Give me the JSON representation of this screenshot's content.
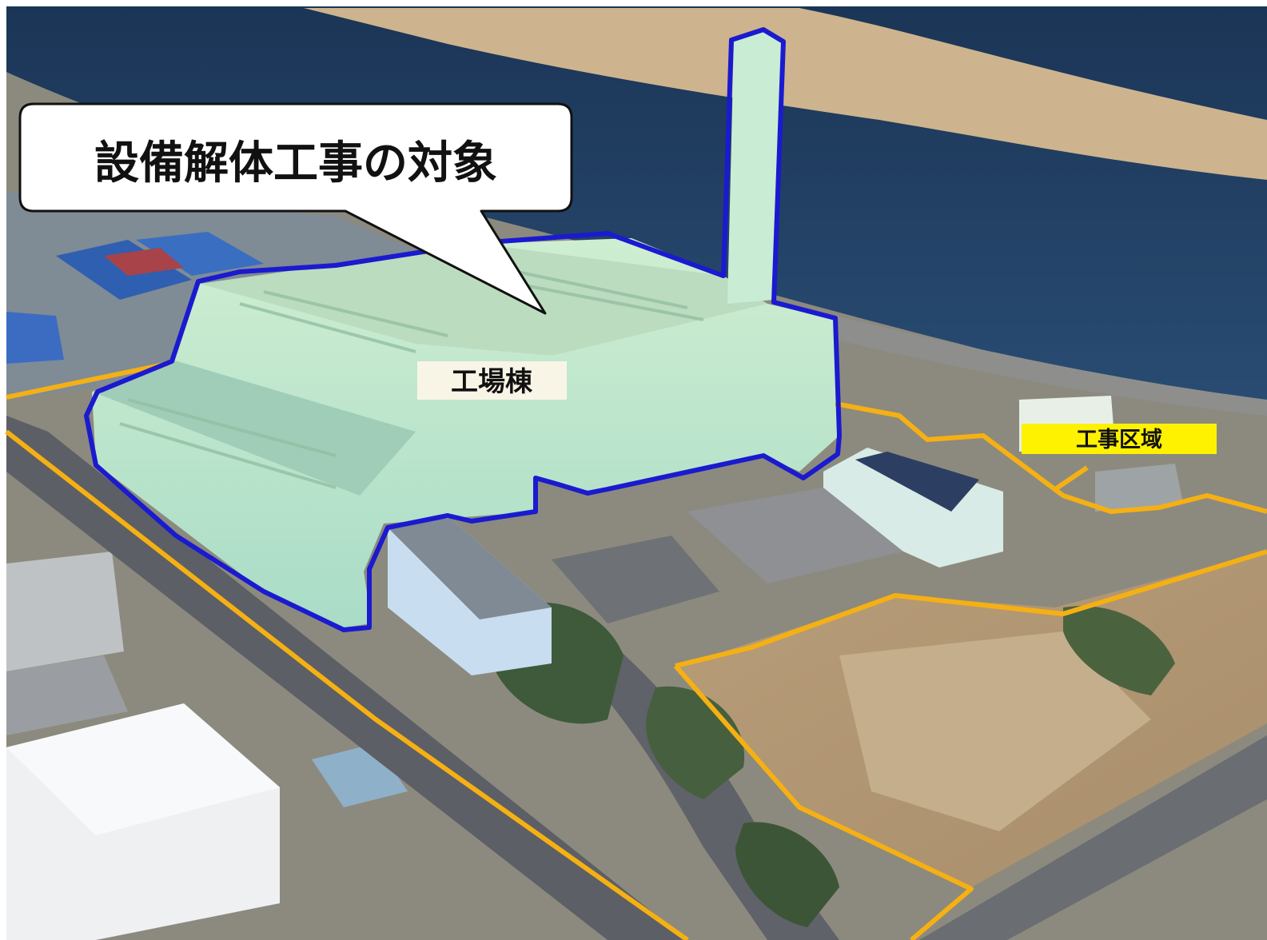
{
  "callout": {
    "text": "設備解体工事の対象"
  },
  "labels": {
    "factory": "工場棟",
    "construction_area": "工事区域"
  },
  "colors": {
    "target_outline": "#1a1acf",
    "area_outline": "#f5b014",
    "area_label_bg": "#fff200",
    "building_tint": "#bfe8c6",
    "water": "#1f3a5f",
    "sandbar": "#cdb48e",
    "ground": "#c9b08a",
    "road": "#5c5f66",
    "trees": "#3f5a3a"
  }
}
